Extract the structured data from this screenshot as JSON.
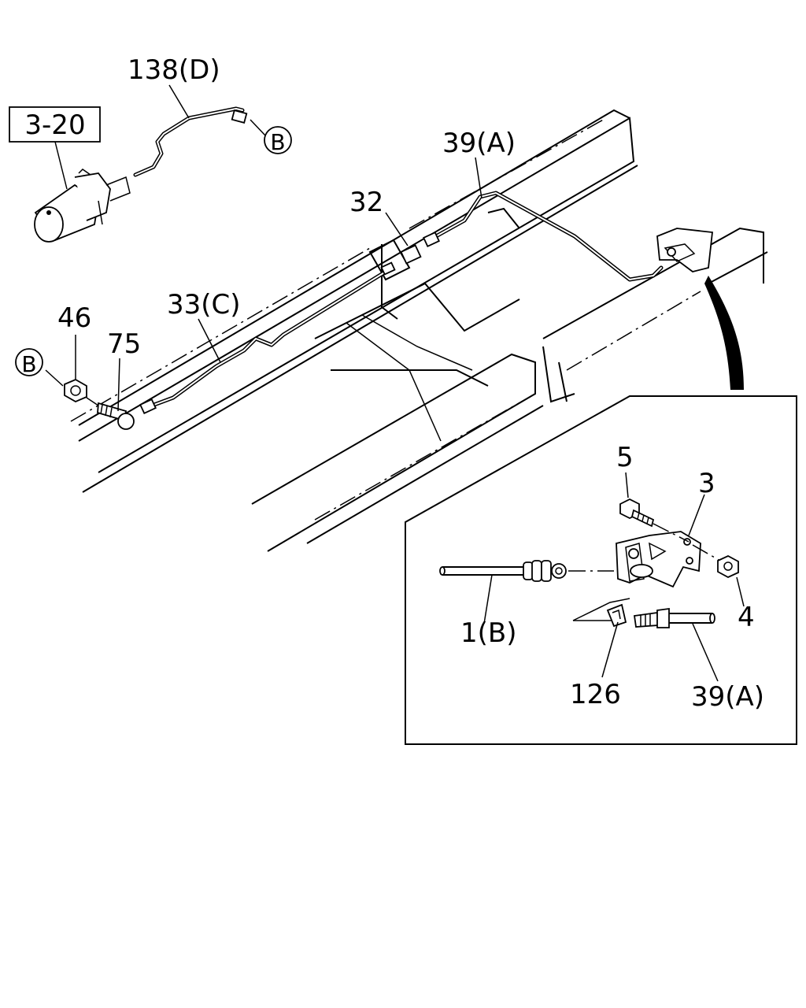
{
  "labels": {
    "ref_box": "3-20",
    "pipe_d": "138(D)",
    "pipe_a_main": "39(A)",
    "fitting_32": "32",
    "pipe_c": "33(C)",
    "nut_46": "46",
    "union_75": "75",
    "callout_b_top": "B",
    "callout_b_left": "B",
    "bolt_5": "5",
    "bracket_3": "3",
    "hose_b": "1(B)",
    "nut_4": "4",
    "clip_126": "126",
    "pipe_a_detail": "39(A)"
  },
  "icons": {
    "master_cylinder": "master-cylinder-icon",
    "frame_rail": "frame-rail-icon",
    "bracket": "bracket-icon",
    "bolt": "bolt-icon",
    "nut": "nut-icon",
    "clip": "clip-icon"
  }
}
